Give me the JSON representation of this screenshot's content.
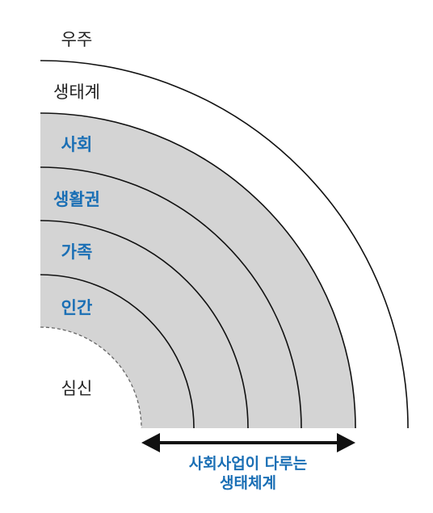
{
  "layers": [
    {
      "label": "우주",
      "style": "dark"
    },
    {
      "label": "생태계",
      "style": "dark"
    },
    {
      "label": "사회",
      "style": "blue"
    },
    {
      "label": "생활권",
      "style": "blue"
    },
    {
      "label": "가족",
      "style": "blue"
    },
    {
      "label": "인간",
      "style": "blue"
    },
    {
      "label": "심신",
      "style": "dark"
    }
  ],
  "caption": {
    "line1": "사회사업이 다루는",
    "line2": "생태체계"
  },
  "colors": {
    "band_fill": "#d4d4d4",
    "line": "#111111",
    "label_blue": "#1a6fb5",
    "label_dark": "#222222",
    "arrow": "#111111"
  }
}
